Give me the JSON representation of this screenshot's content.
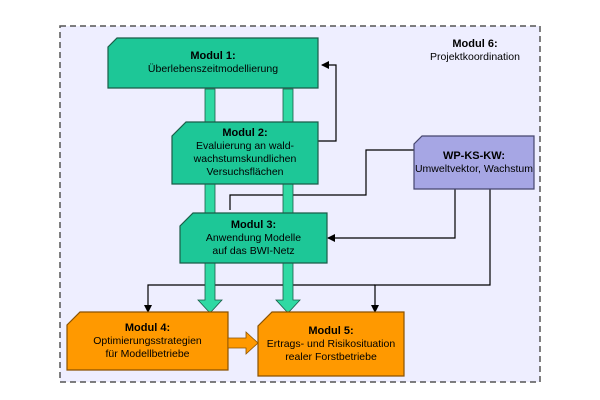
{
  "colors": {
    "frame_border": "#555555",
    "frame_fill": "#eeeeff",
    "green_fill": "#1dc797",
    "green_stroke": "#1a5d48",
    "green_arrow": "#2fd9a3",
    "purple_fill": "#a6a6e4",
    "purple_stroke": "#46466e",
    "orange_fill": "#ff9900",
    "orange_stroke": "#8a5200",
    "line": "#000000"
  },
  "frame": {
    "title": "Modul 6:",
    "subtitle": "Projektkoordination"
  },
  "modules": {
    "m1": {
      "title": "Modul 1:",
      "lines": [
        "Überlebenszeitmodellierung"
      ]
    },
    "m2": {
      "title": "Modul 2:",
      "lines": [
        "Evaluierung an wald-",
        "wachstumskundlichen",
        "Versuchsflächen"
      ]
    },
    "m3": {
      "title": "Modul 3:",
      "lines": [
        "Anwendung Modelle",
        "auf das BWI-Netz"
      ]
    },
    "m4": {
      "title": "Modul 4:",
      "lines": [
        "Optimierungsstrategien",
        "für Modellbetriebe"
      ]
    },
    "m5": {
      "title": "Modul 5:",
      "lines": [
        "Ertrags- und Risikosituation",
        "realer Forstbetriebe"
      ]
    },
    "wp": {
      "title": "WP-KS-KW:",
      "lines": [
        "Umweltvektor, Wachstum"
      ]
    }
  }
}
